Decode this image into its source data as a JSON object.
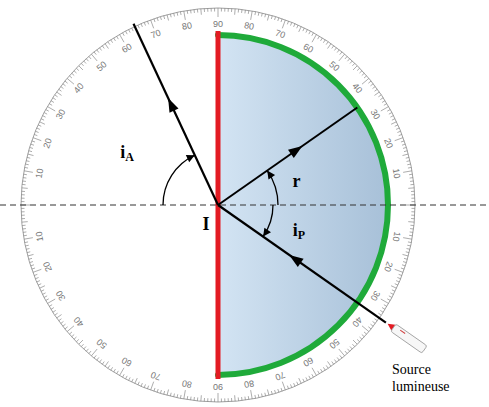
{
  "diagram": {
    "labels": [
      "iA",
      "r",
      "iP",
      "I",
      "Source lumineuse",
      "90",
      "80",
      "70",
      "60",
      "50",
      "40",
      "30",
      "20",
      "10",
      "10",
      "20",
      "30",
      "40",
      "50",
      "60",
      "70",
      "80",
      "90",
      "80",
      "70",
      "60",
      "50",
      "40",
      "30",
      "20",
      "10",
      "10",
      "20",
      "30",
      "40",
      "50",
      "60",
      "70",
      "80"
    ]
  }
}
